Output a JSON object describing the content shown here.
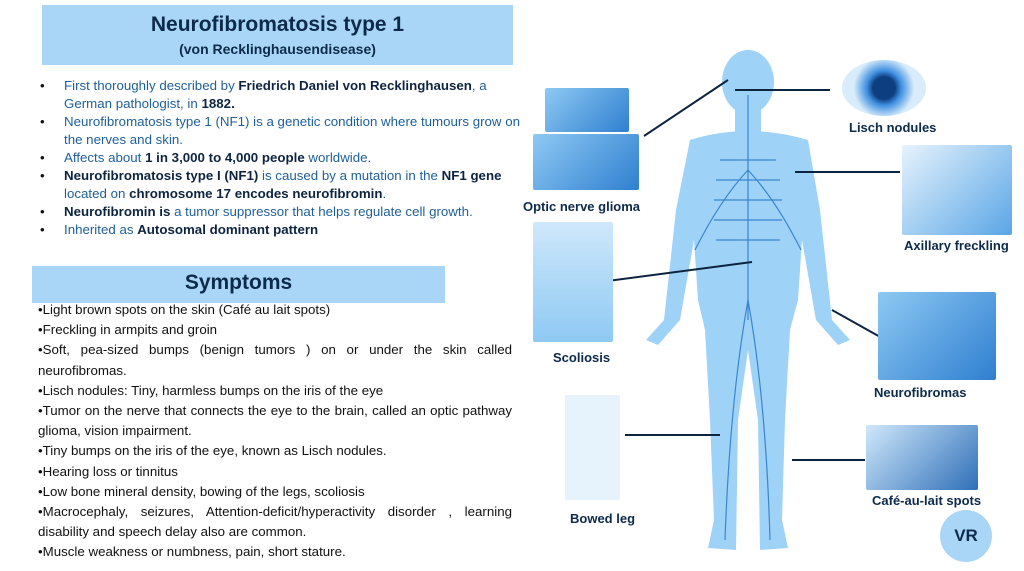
{
  "title": "Neurofibromatosis type 1",
  "subtitle": "(von Recklinghausendisease)",
  "intro": [
    [
      {
        "t": "First thoroughly described by ",
        "b": false
      },
      {
        "t": "Friedrich Daniel von Recklinghausen",
        "b": true
      },
      {
        "t": ", a German pathologist, in ",
        "b": false
      },
      {
        "t": "1882.",
        "b": true
      }
    ],
    [
      {
        "t": "Neurofibromatosis type 1 (NF1) is a genetic condition where tumours grow on the nerves and skin.",
        "b": false
      }
    ],
    [
      {
        "t": "Affects about ",
        "b": false
      },
      {
        "t": "1 in 3,000 to 4,000 people",
        "b": true
      },
      {
        "t": " worldwide.",
        "b": false
      }
    ],
    [
      {
        "t": "Neurofibromatosis type I (NF1)",
        "b": true
      },
      {
        "t": " is caused by a mutation in the ",
        "b": false
      },
      {
        "t": "NF1 gene",
        "b": true
      },
      {
        "t": " located on ",
        "b": false
      },
      {
        "t": "chromosome 17 encodes neurofibromin",
        "b": true
      },
      {
        "t": ".",
        "b": false
      }
    ],
    [
      {
        "t": "Neurofibromin is",
        "b": true
      },
      {
        "t": " a tumor suppressor that helps regulate cell growth.",
        "b": false
      }
    ],
    [
      {
        "t": "Inherited as ",
        "b": false
      },
      {
        "t": "Autosomal dominant pattern",
        "b": true
      }
    ]
  ],
  "symptoms_heading": "Symptoms",
  "symptoms": [
    "•Light brown spots on the skin (Café au lait spots)",
    "•Freckling in armpits and groin",
    "•Soft, pea-sized bumps (benign tumors ) on or under the skin called neurofibromas.",
    "•Lisch nodules: Tiny, harmless bumps on the iris of the eye",
    "•Tumor on the nerve that connects the eye to the brain, called an optic pathway glioma, vision impairment.",
    "•Tiny bumps on the iris of the eye, known as Lisch nodules.",
    "•Hearing loss or tinnitus",
    "•Low bone mineral density, bowing of the legs, scoliosis",
    "•Macrocephaly, seizures, Attention-deficit/hyperactivity disorder , learning disability and speech delay also are common.",
    "•Muscle weakness or numbness, pain, short stature."
  ],
  "labels": {
    "optic": "Optic nerve glioma",
    "scoliosis": "Scoliosis",
    "bowed": "Bowed leg",
    "lisch": "Lisch nodules",
    "axillary": "Axillary freckling",
    "neurofibromas": "Neurofibromas",
    "cafe": "Café-au-lait spots"
  },
  "badge": "VR",
  "colors": {
    "accent": "#a9d6f7",
    "body": "#8fcaf5",
    "text_dark": "#0d2a4a"
  }
}
